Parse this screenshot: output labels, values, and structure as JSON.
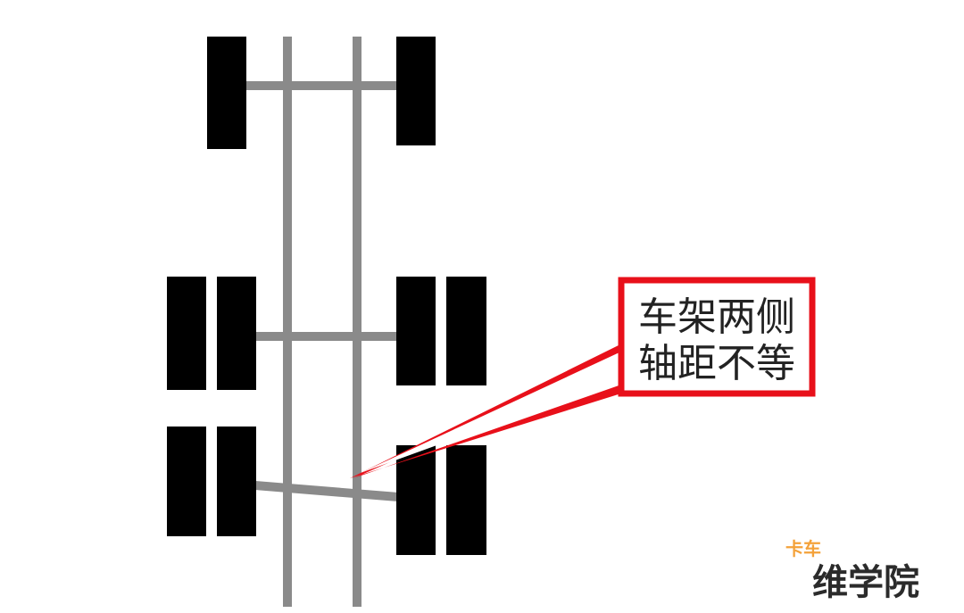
{
  "callout": {
    "line1": "车架两侧",
    "line2": "轴距不等"
  },
  "watermark": {
    "top": "卡车",
    "main": "维学院"
  },
  "colors": {
    "frame": "#8a8a8a",
    "wheel": "#000000",
    "callout_border": "#e8101a",
    "watermark_top": "#f4a23a",
    "watermark_main": "#2b2b2b"
  }
}
